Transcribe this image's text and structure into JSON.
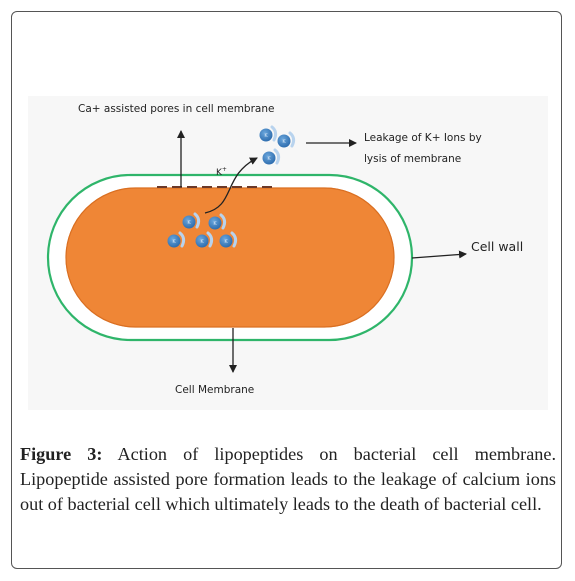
{
  "labels": {
    "pores": "Ca+ assisted pores in  cell membrane",
    "leakage_line1": "Leakage of K+ Ions  by",
    "leakage_line2": "lysis of membrane",
    "cell_wall": "Cell wall",
    "cell_membrane": "Cell Membrane",
    "k_ion": "K",
    "k_ion_sup": "+",
    "ion_glyph": "K"
  },
  "caption": {
    "figure_label": "Figure 3:",
    "text": " Action of lipopeptides on bacterial cell membrane. Lipopeptide assisted pore formation leads to the leakage of calcium ions out of bacterial cell which ultimately leads to the death of bacterial cell."
  },
  "colors": {
    "cytoplasm": "#ef8636",
    "cell_wall_outline": "#2fb56a",
    "ion_fill": "#3f7fc1",
    "pore": "#6b3a2a",
    "background": "#f7f7f7"
  }
}
